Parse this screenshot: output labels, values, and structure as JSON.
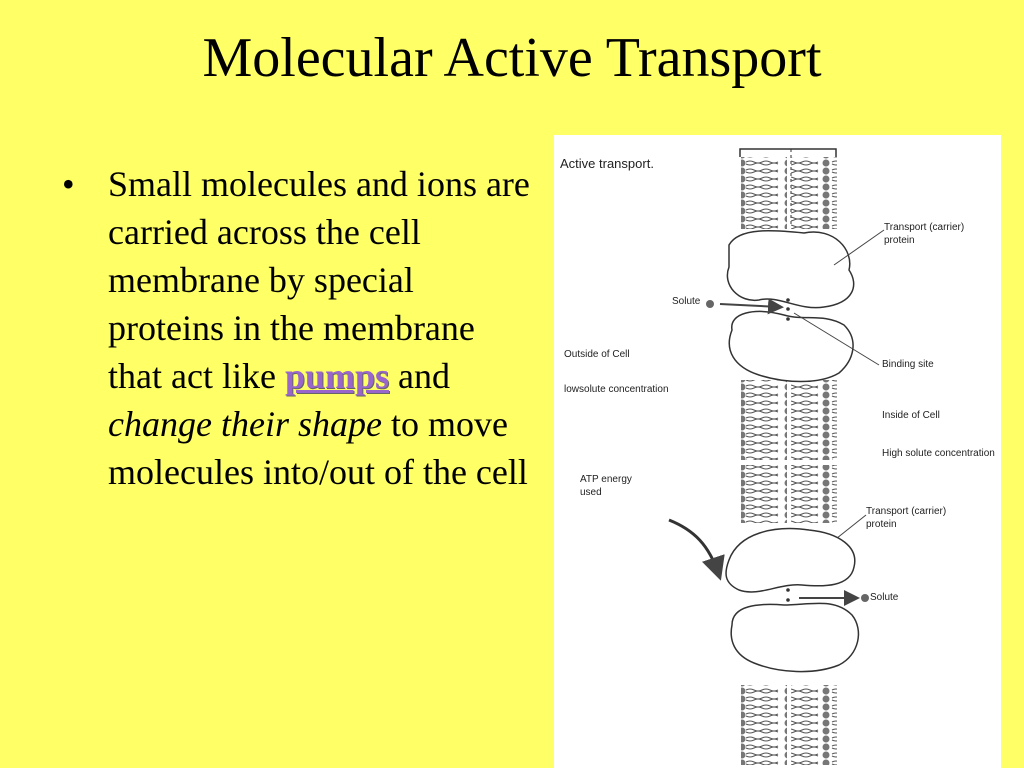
{
  "slide": {
    "title": "Molecular Active Transport",
    "bullet": {
      "marker": "•",
      "text_before": "Small molecules and ions are carried across the cell membrane by special proteins in the membrane that act like ",
      "highlight": "pumps",
      "text_middle": " and ",
      "italic": "change their shape",
      "text_after": " to move molecules into/out of the cell",
      "highlight_color": "#9966cc"
    },
    "background_color": "#ffff66"
  },
  "figure": {
    "title": "Active transport.",
    "labels": {
      "transport_protein_top": "Transport (carrier) protein",
      "solute_left": "Solute",
      "outside_cell": "Outside  of Cell",
      "low_solute": "lowsolute concentration",
      "binding_site": "Binding site",
      "inside_cell": "Inside of Cell",
      "high_solute": "High solute concentration",
      "atp": "ATP energy used",
      "transport_protein_bottom": "Transport (carrier) protein",
      "solute_right": "Solute"
    }
  }
}
